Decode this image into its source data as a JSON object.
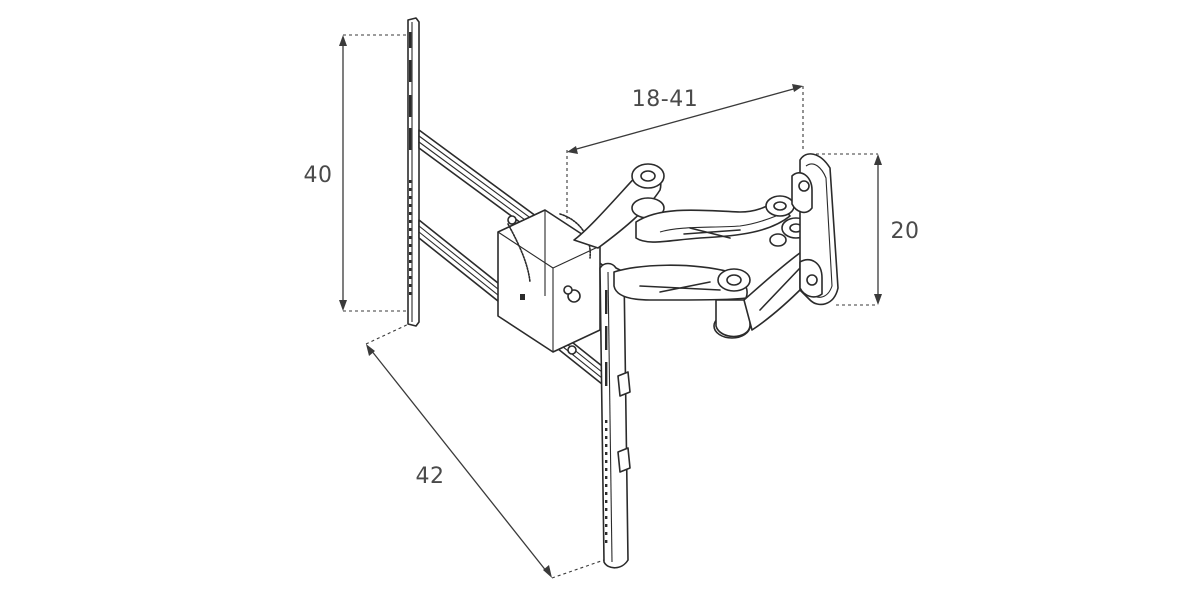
{
  "dimensions": {
    "height_plate": "40",
    "width_plate": "42",
    "arm_extension": "18-41",
    "wall_plate_height": "20"
  },
  "colors": {
    "line": "#2b2b2b",
    "dimension_text": "#4a4a4a",
    "background": "#ffffff"
  }
}
